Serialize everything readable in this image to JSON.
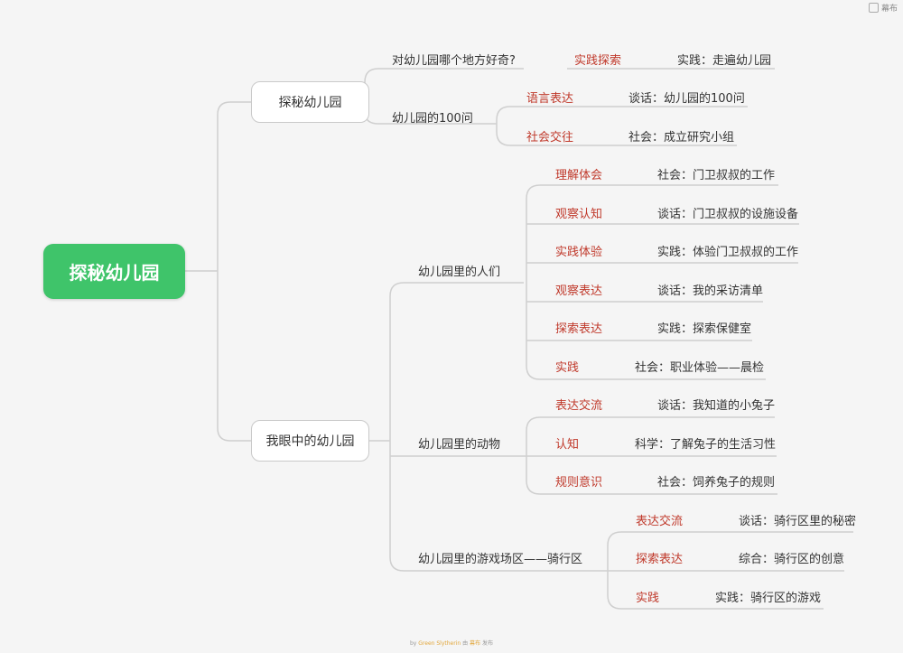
{
  "topbar": {
    "label": "幕布"
  },
  "root": {
    "title": "探秘幼儿园"
  },
  "branches": [
    {
      "title": "探秘幼儿园",
      "subs": [
        {
          "title": "对幼儿园哪个地方好奇?",
          "leaves": [
            {
              "tag": "实践探索",
              "text": "实践：走遍幼儿园"
            }
          ]
        },
        {
          "title": "幼儿园的100问",
          "leaves": [
            {
              "tag": "语言表达",
              "text": "谈话：幼儿园的100问"
            },
            {
              "tag": "社会交往",
              "text": "社会：成立研究小组"
            }
          ]
        }
      ]
    },
    {
      "title": "我眼中的幼儿园",
      "subs": [
        {
          "title": "幼儿园里的人们",
          "leaves": [
            {
              "tag": "理解体会",
              "text": "社会：门卫叔叔的工作"
            },
            {
              "tag": "观察认知",
              "text": "谈话：门卫叔叔的设施设备"
            },
            {
              "tag": "实践体验",
              "text": "实践：体验门卫叔叔的工作"
            },
            {
              "tag": "观察表达",
              "text": "谈话：我的采访清单"
            },
            {
              "tag": "探索表达",
              "text": "实践：探索保健室"
            },
            {
              "tag": "实践",
              "text": "社会：职业体验——晨检"
            }
          ]
        },
        {
          "title": "幼儿园里的动物",
          "leaves": [
            {
              "tag": "表达交流",
              "text": "谈话：我知道的小兔子"
            },
            {
              "tag": "认知",
              "text": "科学：了解兔子的生活习性"
            },
            {
              "tag": "规则意识",
              "text": "社会：饲养兔子的规则"
            }
          ]
        },
        {
          "title": "幼儿园里的游戏场区——骑行区",
          "leaves": [
            {
              "tag": "表达交流",
              "text": "谈话：骑行区里的秘密"
            },
            {
              "tag": "探索表达",
              "text": "综合：骑行区的创意"
            },
            {
              "tag": "实践",
              "text": "实践：骑行区的游戏"
            }
          ]
        }
      ]
    }
  ],
  "footer": {
    "by": "by",
    "author": "Green Slytherin",
    "mid": "由",
    "brand": "幕布",
    "end": "发布"
  },
  "colors": {
    "root": "#3fc46a",
    "tag": "#c0392b",
    "line": "#cfcfcf"
  }
}
